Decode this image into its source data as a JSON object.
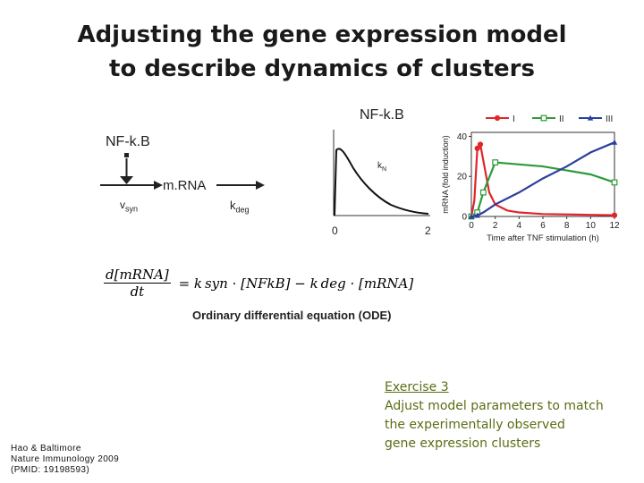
{
  "title": {
    "line1": "Adjusting the gene expression model",
    "line2": "to describe dynamics of clusters"
  },
  "schematic": {
    "nfkb_left": "NF-k.B",
    "nfkb_top": "NF-k.B",
    "mrna": "m.RNA",
    "vsyn": "v",
    "vsyn_sub": "syn",
    "kdeg": "k",
    "kdeg_sub": "deg",
    "kn": "k",
    "kn_sub": "N",
    "decay_x_start": "0",
    "decay_x_end": "2"
  },
  "formula": {
    "numerator": "d[mRNA]",
    "denominator": "dt",
    "rhs": "= k syn · [NFkB] − k deg · [mRNA]"
  },
  "ode_caption": "Ordinary differential equation (ODE)",
  "citation": {
    "line1": "Hao & Baltimore",
    "line2": "Nature Immunology 2009",
    "line3": "(PMID: 19198593)"
  },
  "exercise": {
    "heading": "Exercise 3",
    "line1": "Adjust model parameters to match",
    "line2": "the experimentally observed",
    "line3": "gene expression clusters"
  },
  "chart_data": {
    "type": "line",
    "xlabel": "Time after TNF stimulation (h)",
    "ylabel": "mRNA (fold induction)",
    "x_ticks": [
      "0",
      "2",
      "4",
      "6",
      "8",
      "10",
      "12"
    ],
    "y_ticks": [
      "0",
      "20",
      "40"
    ],
    "xlim": [
      0,
      12
    ],
    "ylim": [
      0,
      42
    ],
    "legend_position": "top",
    "series": [
      {
        "name": "I",
        "color": "#e0262b",
        "marker": "circle",
        "x": [
          0,
          0.25,
          0.5,
          0.75,
          1,
          1.5,
          2,
          3,
          4,
          6,
          8,
          10,
          12
        ],
        "y": [
          0,
          8,
          34,
          36,
          28,
          12,
          6,
          3,
          2,
          1.2,
          1,
          0.8,
          0.6
        ]
      },
      {
        "name": "II",
        "color": "#2e9a3a",
        "marker": "square",
        "x": [
          0,
          0.5,
          1,
          2,
          4,
          6,
          8,
          10,
          12
        ],
        "y": [
          0,
          2,
          12,
          27,
          26,
          25,
          23,
          21,
          17
        ]
      },
      {
        "name": "III",
        "color": "#2c3f9c",
        "marker": "triangle",
        "x": [
          0,
          0.5,
          1,
          2,
          4,
          6,
          8,
          10,
          12
        ],
        "y": [
          0,
          0.5,
          2,
          6,
          12,
          19,
          25,
          32,
          37
        ]
      }
    ]
  }
}
